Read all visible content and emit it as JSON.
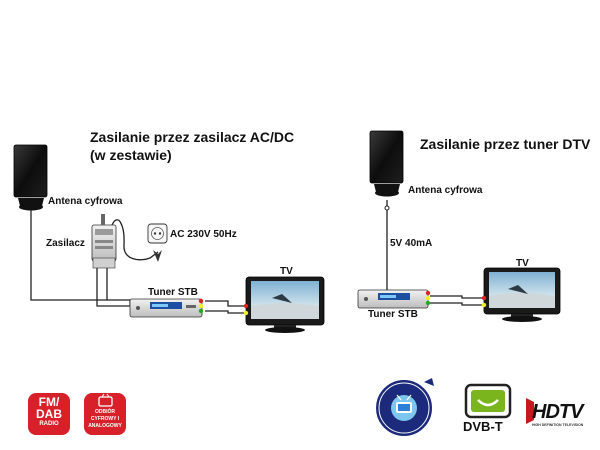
{
  "left": {
    "title_line1": "Zasilanie przez zasilacz AC/DC",
    "title_line2": "(w zestawie)",
    "antenna_label": "Antena cyfrowa",
    "power_supply_label": "Zasilacz",
    "mains_label": "AC 230V 50Hz",
    "tuner_label": "Tuner STB",
    "tv_label": "TV"
  },
  "right": {
    "title": "Zasilanie przez tuner DTV",
    "antenna_label": "Antena cyfrowa",
    "voltage_label": "5V 40mA",
    "tuner_label": "Tuner STB",
    "tv_label": "TV"
  },
  "badges": {
    "fm_dab_line1": "FM/",
    "fm_dab_line2": "DAB",
    "fm_dab_line3": "RADIO",
    "analog_line1": "ODBIÓR",
    "analog_line2": "CYFROWY I",
    "analog_line3": "ANALOGOWY",
    "dvbt_label": "DVB-T",
    "hdtv_label": "HDTV",
    "hdtv_sub": "HIGH DEFINITION TELEVISION"
  },
  "colors": {
    "badge_red": "#d8202a",
    "dvbt_green": "#7ab51d",
    "screen_sky": "#9fc4dc",
    "cable": "#222222"
  }
}
